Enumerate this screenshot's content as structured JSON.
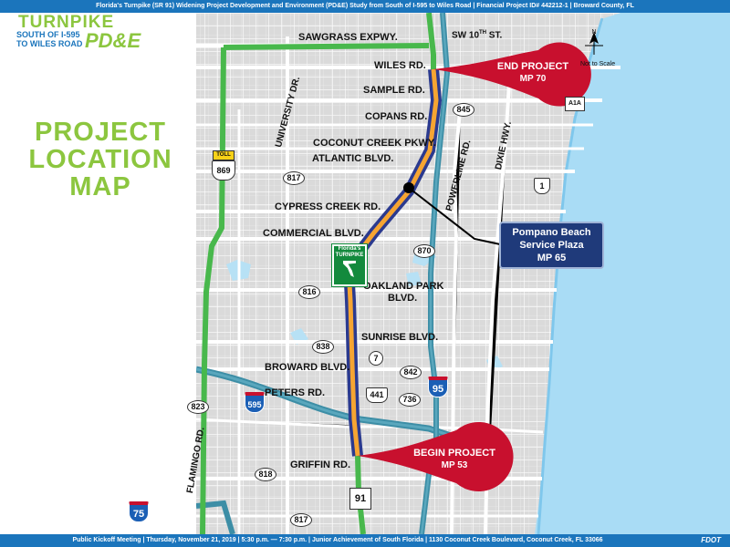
{
  "header": {
    "text": "Florida's Turnpike (SR 91) Widening Project Development and Environment (PD&E) Study from South of I-595 to Wiles Road  |  Financial Project ID# 442212-1  |  Broward County, FL"
  },
  "footer": {
    "text": "Public Kickoff Meeting  |  Thursday, November 21, 2019  |  5:30 p.m. — 7:30 p.m.  |  Junior Achievement of South Florida  |  1130 Coconut Creek Boulevard,  Coconut Creek, FL 33066",
    "agency_logo": "FDOT"
  },
  "logo": {
    "line1": "TURNPIKE",
    "line2": "SOUTH OF I-595",
    "line3": "TO WILES ROAD",
    "line4": "PD&E"
  },
  "title": {
    "line1": "PROJECT",
    "line2": "LOCATION",
    "line3": "MAP"
  },
  "map": {
    "roads": {
      "sawgrass": "SAWGRASS EXPWY.",
      "sw10": "SW 10",
      "sw10_sup": "TH",
      "sw10_end": " ST.",
      "wiles": "WILES RD.",
      "sample": "SAMPLE RD.",
      "copans": "COPANS RD.",
      "coconut": "COCONUT CREEK PKWY.",
      "atlantic": "ATLANTIC BLVD.",
      "cypress": "CYPRESS CREEK RD.",
      "commercial": "COMMERCIAL BLVD.",
      "oakland1": "OAKLAND PARK",
      "oakland2": "BLVD.",
      "sunrise": "SUNRISE BLVD.",
      "broward": "BROWARD BLVD.",
      "peters": "PETERS RD.",
      "griffin": "GRIFFIN RD.",
      "university": "UNIVERSITY DR.",
      "powerline": "POWERLINE RD.",
      "dixie": "DIXIE HWY.",
      "flamingo": "FLAMINGO RD."
    },
    "shields": {
      "s845": "845",
      "s817a": "817",
      "s817b": "817",
      "s870": "870",
      "s816": "816",
      "s838": "838",
      "s842": "842",
      "s736": "736",
      "s823": "823",
      "s818": "818",
      "s7": "7",
      "us441": "441",
      "us1": "1",
      "a1a": "A1A",
      "i595": "595",
      "i95": "95",
      "i75": "75",
      "sr91": "91",
      "toll": "TOLL",
      "toll869": "869"
    },
    "turnpike_sign1": "Florida's",
    "turnpike_sign2": "TURNPIKE",
    "end_project": {
      "label": "END PROJECT",
      "mp": "MP 70"
    },
    "begin_project": {
      "label": "BEGIN PROJECT",
      "mp": "MP 53"
    },
    "service_plaza": {
      "line1": "Pompano Beach",
      "line2": "Service Plaza",
      "line3": "MP 65"
    },
    "north": "N",
    "scale_note": "Not to Scale"
  },
  "colors": {
    "bar_blue": "#1b75bc",
    "logo_green": "#8cc63f",
    "project_orange": "#f6a532",
    "project_blue": "#2b3a8f",
    "pin_red": "#c8102e",
    "plaza_navy": "#1f3a7a",
    "ocean": "#a9dcf5"
  }
}
